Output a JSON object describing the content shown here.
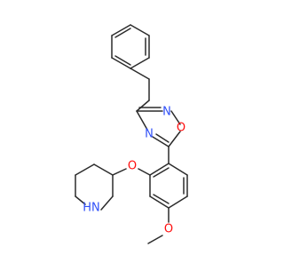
{
  "molecule": {
    "atom_labels": {
      "n_oxadiazole_top": "N",
      "o_oxadiazole": "O",
      "n_oxadiazole_bottom": "N",
      "o_ether": "O",
      "o_methoxy": "O",
      "nh_piperidine": "HN"
    },
    "colors": {
      "bond": "#2b2b2b",
      "nitrogen": "#3050f8",
      "oxygen": "#ff0d0d"
    }
  }
}
